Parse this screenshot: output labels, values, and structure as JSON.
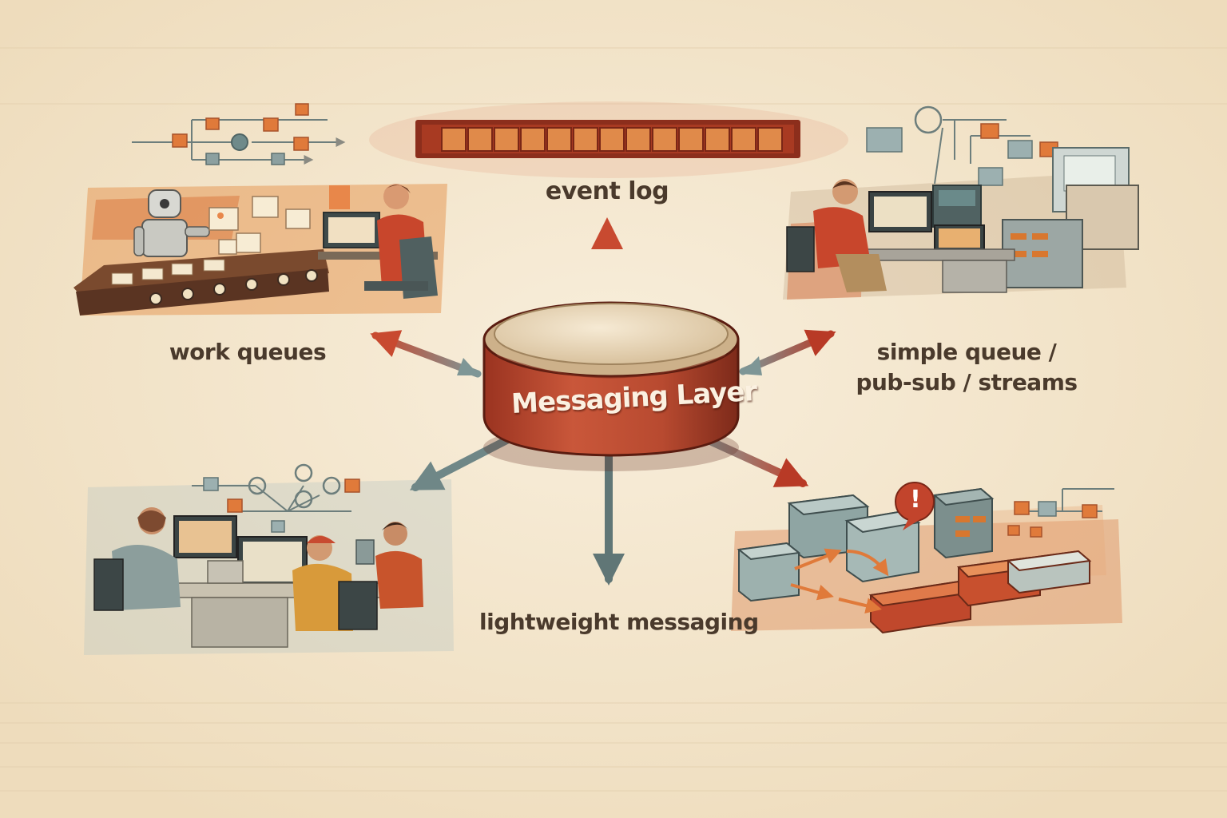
{
  "diagram": {
    "hub": {
      "label": "Messaging Layer"
    },
    "nodes": [
      {
        "id": "event-log",
        "label": "event log"
      },
      {
        "id": "work-queues",
        "label": "work queues"
      },
      {
        "id": "simple-queue",
        "lines": [
          "simple queue /",
          "pub-sub / streams"
        ]
      },
      {
        "id": "lightweight",
        "label": "lightweight messaging"
      },
      {
        "id": "alerts-storage",
        "label": ""
      }
    ],
    "icons": {
      "alert": "!"
    }
  },
  "colors": {
    "background": "#f3e6cf",
    "accent": "#b8452b",
    "orange": "#d9803e",
    "slate": "#6e8a8a",
    "text": "#4a3a2c"
  }
}
